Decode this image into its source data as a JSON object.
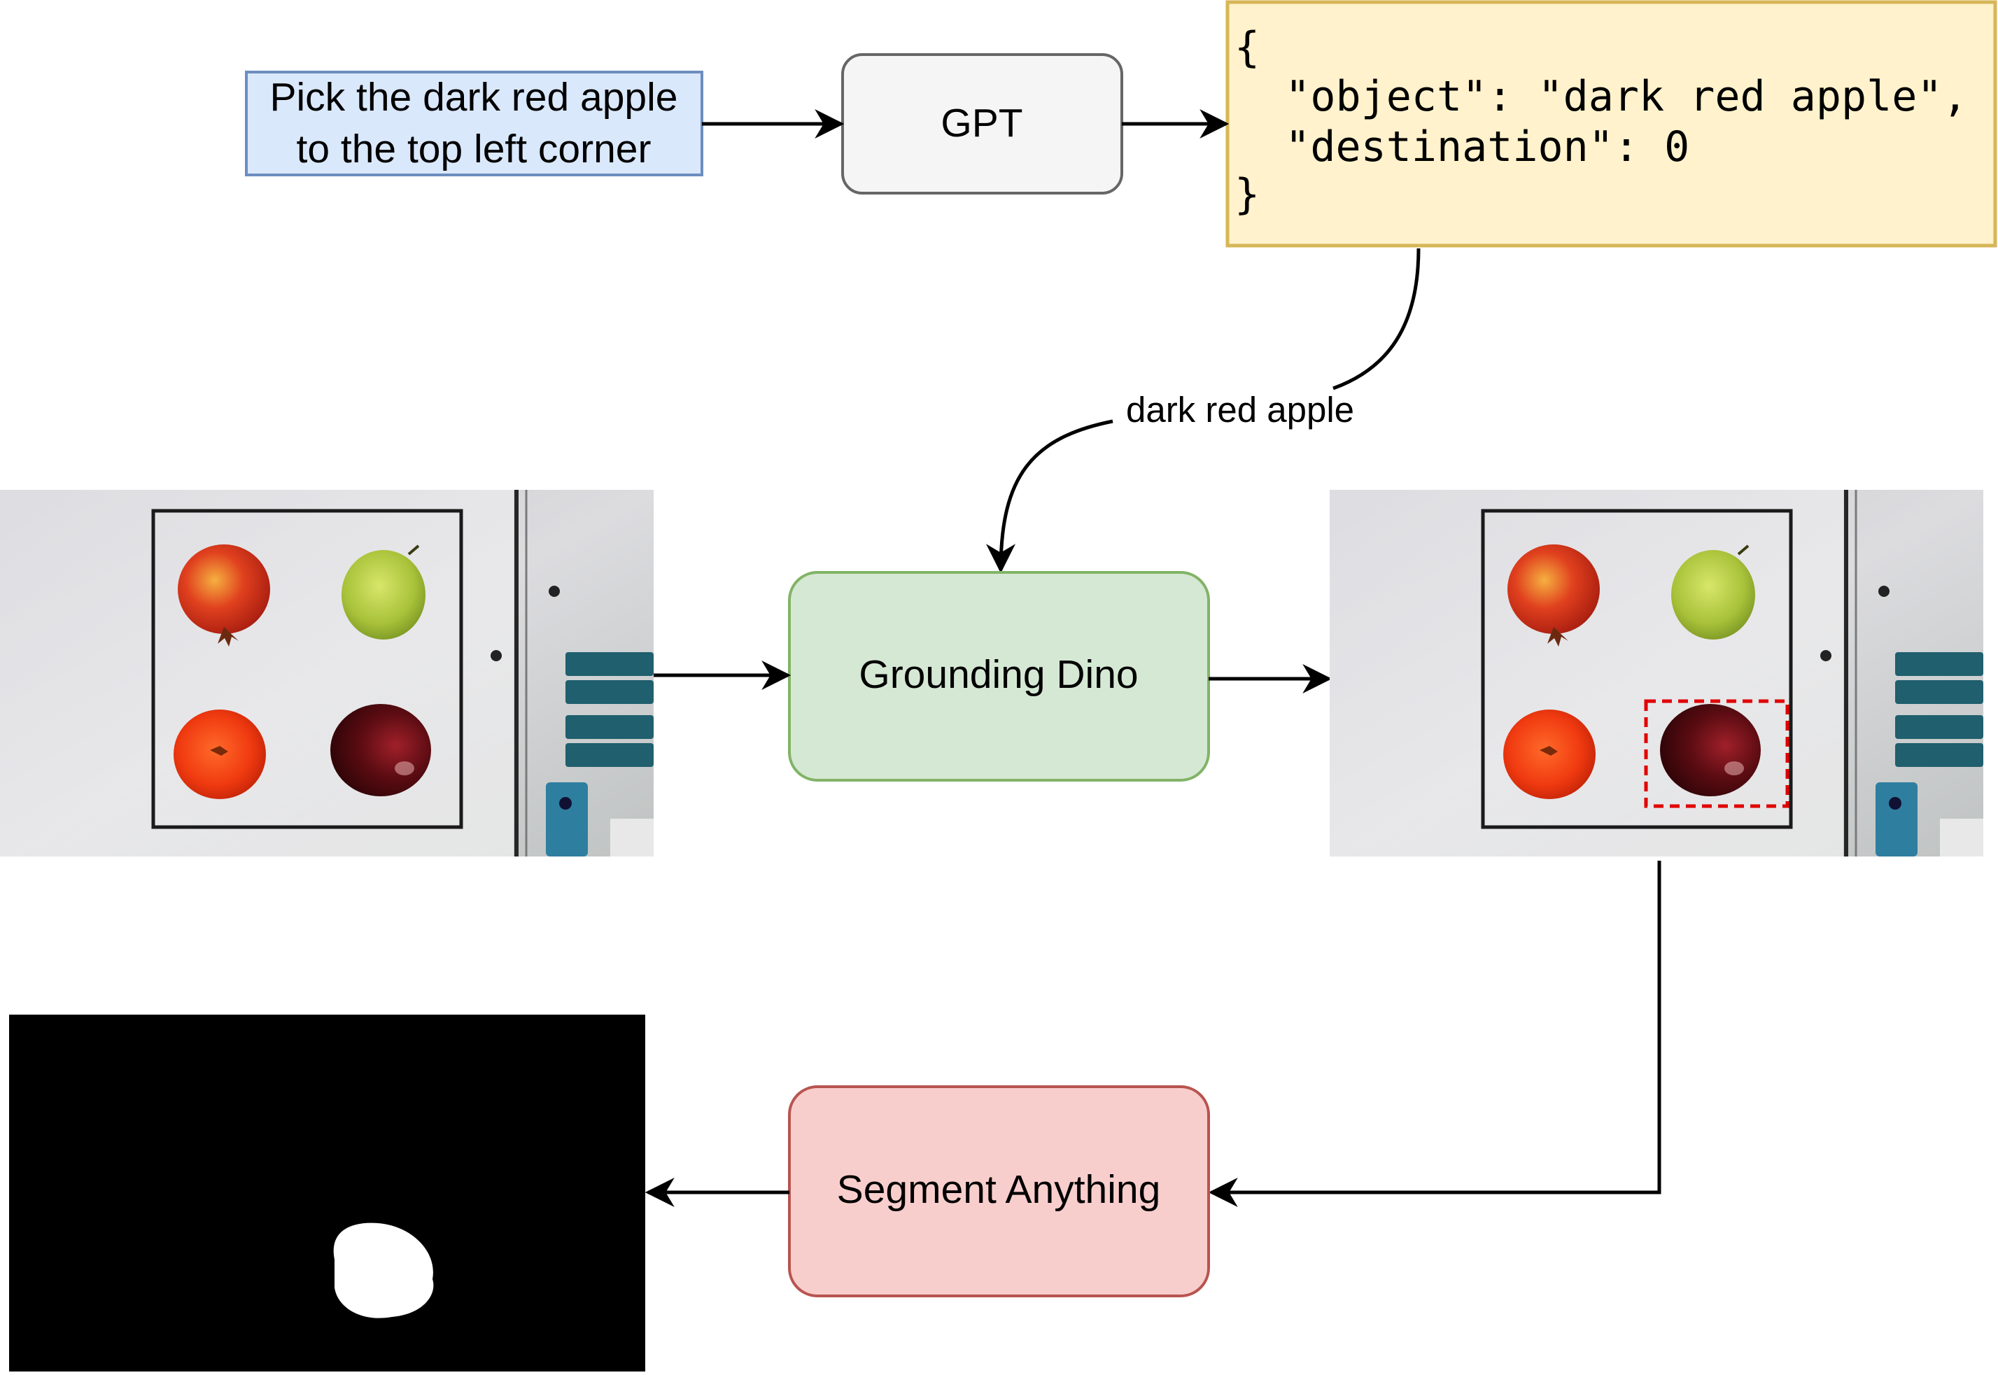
{
  "instruction": {
    "line1": "Pick the dark red apple",
    "line2": "to the top left corner"
  },
  "gpt": {
    "label": "GPT"
  },
  "json_output": {
    "line1": "{",
    "line2": "  \"object\": \"dark red apple\",",
    "line3": "  \"destination\": 0",
    "line4": "}"
  },
  "query_edge": {
    "label": "dark red apple"
  },
  "grounding_dino": {
    "label": "Grounding Dino"
  },
  "segment_anything": {
    "label": "Segment Anything"
  },
  "colors": {
    "instruction_fill": "#dae8fc",
    "instruction_stroke": "#6c8ebf",
    "gpt_fill": "#f5f5f5",
    "gpt_stroke": "#666666",
    "json_fill": "#fff2cc",
    "json_stroke": "#d6b656",
    "dino_fill": "#d5e8d4",
    "dino_stroke": "#82b366",
    "sam_fill": "#f8cecc",
    "sam_stroke": "#b85450",
    "bbox_stroke": "#e00000"
  }
}
